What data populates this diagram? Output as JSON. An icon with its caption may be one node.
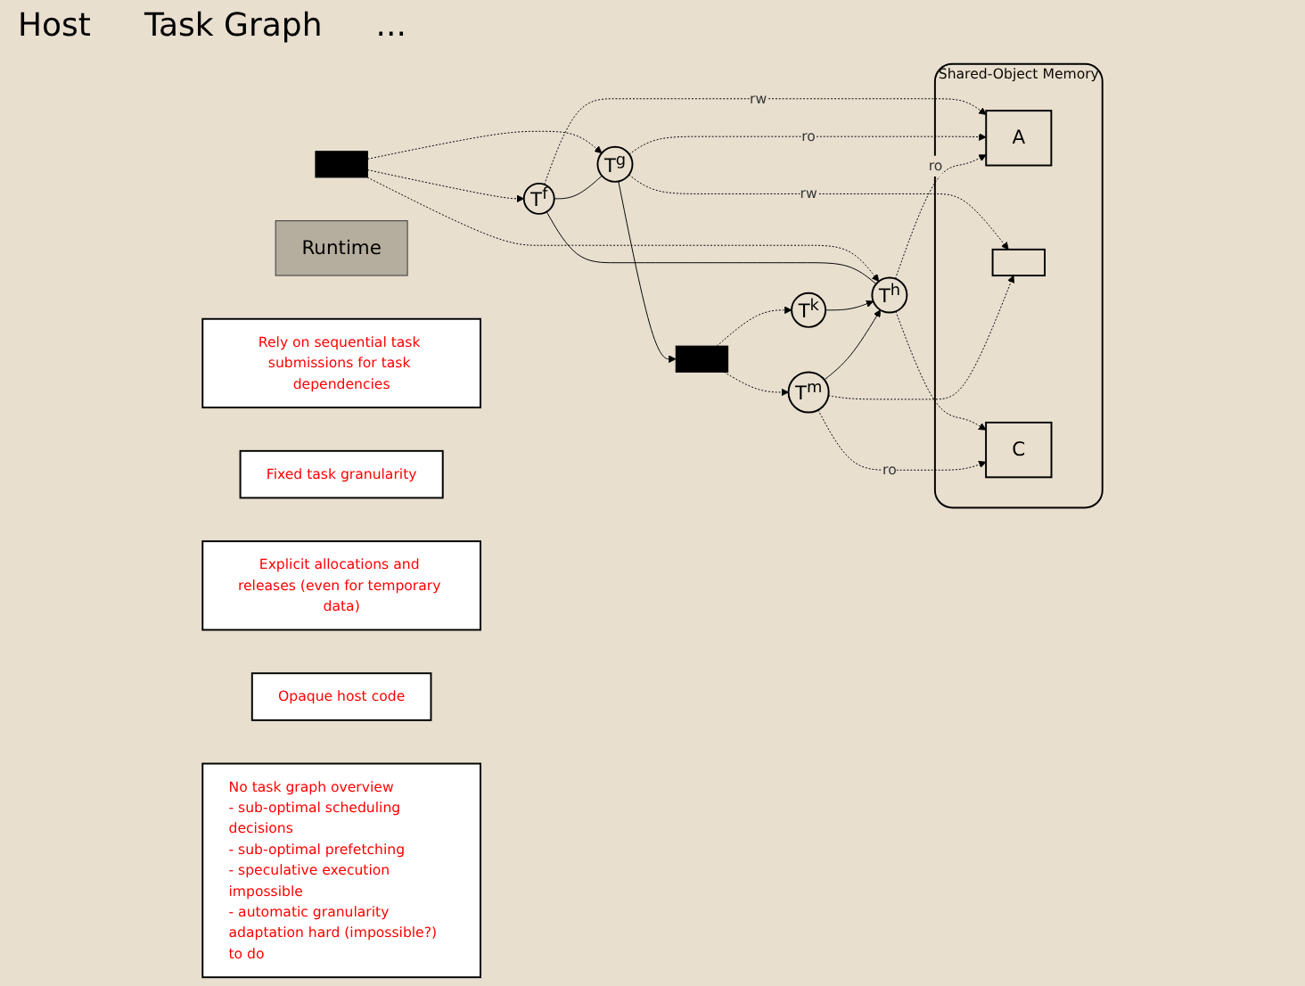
{
  "diagram": {
    "nodes": [
      {
        "text": [],
        "shape": "box"
      },
      {
        "text": [
          "Runtime"
        ]
      },
      {
        "text": [
          "Rely on sequential task submissions for task dependencies"
        ]
      },
      {
        "text": [
          "T$^{f}$"
        ]
      },
      {
        "text": [
          "Fixed task granularity"
        ]
      },
      {
        "text": [
          "Shared-Object Memory"
        ]
      },
      {
        "text": [
          "A"
        ],
        "in": 5
      },
      {
        "text": [
          "T$^{g}$"
        ]
      },
      {
        "text": [
          "T$^{h}$"
        ]
      },
      {
        "text": [],
        "shape": "box",
        "in": 5
      },
      {
        "text": [
          "Explicit allocations and releases (even for temporary data)"
        ]
      },
      {
        "text": [],
        "shape": "box"
      },
      {
        "text": [
          "Opaque host code"
        ]
      },
      {
        "text": [
          "C"
        ],
        "in": 5
      },
      {
        "text": [
          "T$^{k}$"
        ]
      },
      {
        "text": [
          "T$^{m}$"
        ]
      },
      {
        "text": [
          "No task graph overview",
          "- sub-optimal scheduling decisions",
          "- sub-optimal prefetching",
          "- speculative execution impossible",
          "- automatic granularity adaptation hard (impossible?) to do"
        ]
      }
    ],
    "edges": [
      {
        "from": 0,
        "to": 3,
        "arrow": "to",
        "style": "dashed"
      },
      {
        "from": 0,
        "to": 8,
        "arrow": "to",
        "style": "dashed"
      },
      {
        "from": 0,
        "to": 7,
        "arrow": "to",
        "style": "dashed"
      },
      {
        "from": 3,
        "to": 7,
        "arrow": "none"
      },
      {
        "from": 3,
        "to": 8,
        "arrow": "none"
      },
      {
        "from": 3,
        "to": 6,
        "arrow": "to",
        "style": "dashed",
        "label": "rw"
      },
      {
        "from": 7,
        "to": 6,
        "arrow": "to",
        "style": "dashed",
        "label": "ro"
      },
      {
        "from": 8,
        "to": 6,
        "arrow": "to",
        "style": "dashed",
        "label": "ro"
      },
      {
        "from": 7,
        "to": 9,
        "arrow": "to",
        "style": "dashed",
        "label": "rw"
      },
      {
        "from": 8,
        "to": 13,
        "arrow": "to",
        "style": "dashed"
      },
      {
        "from": 7,
        "to": 11,
        "arrow": "to"
      },
      {
        "from": 11,
        "to": 14,
        "arrow": "to",
        "style": "dashed"
      },
      {
        "from": 11,
        "to": 15,
        "arrow": "to",
        "style": "dashed"
      },
      {
        "from": 14,
        "to": 8,
        "arrow": "to"
      },
      {
        "from": 15,
        "to": 8,
        "arrow": "to"
      },
      {
        "from": 15,
        "to": 9,
        "arrow": "to",
        "style": "dashed"
      },
      {
        "from": 15,
        "to": 13,
        "arrow": "to",
        "style": "dashed",
        "label": "ro"
      }
    ],
    "labels": [
      "Host",
      "Task Graph",
      "..."
    ]
  }
}
